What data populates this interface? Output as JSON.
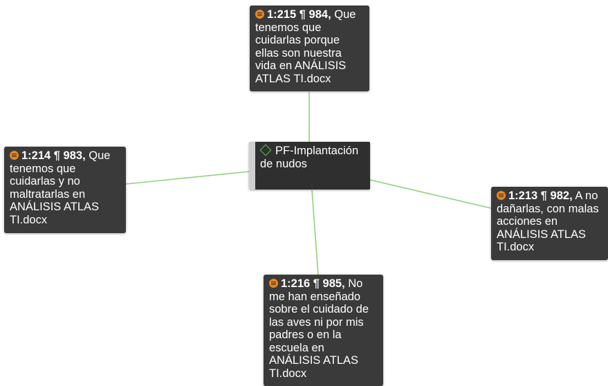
{
  "colors": {
    "edge": "#8fd07a",
    "node_bg": "#3a3a3a",
    "code_bg": "#2f2f2f",
    "code_stripe": "#cfcfcf",
    "quote_icon": "#e8871e",
    "code_icon": "#5fc452"
  },
  "code_node": {
    "icon": "code-diamond-icon",
    "label": "PF-Implantación de nudos"
  },
  "quotes": [
    {
      "id": "q215",
      "icon": "quotation-icon",
      "ref": "1:215 ¶ 984,",
      "text": "Que tenemos que cuidarlas porque ellas son nuestra vida en ANÁLISIS ATLAS TI.docx"
    },
    {
      "id": "q214",
      "icon": "quotation-icon",
      "ref": "1:214 ¶ 983,",
      "text": "Que tenemos que cuidarlas y no maltratarlas en ANÁLISIS ATLAS TI.docx"
    },
    {
      "id": "q213",
      "icon": "quotation-icon",
      "ref": "1:213 ¶ 982,",
      "text": "A no dañarlas, con malas acciones en ANÁLISIS ATLAS TI.docx"
    },
    {
      "id": "q216",
      "icon": "quotation-icon",
      "ref": "1:216 ¶ 985,",
      "text": "No me han enseñado sobre el cuidado de las aves ni por mis padres o en la escuela en ANÁLISIS ATLAS TI.docx"
    }
  ]
}
